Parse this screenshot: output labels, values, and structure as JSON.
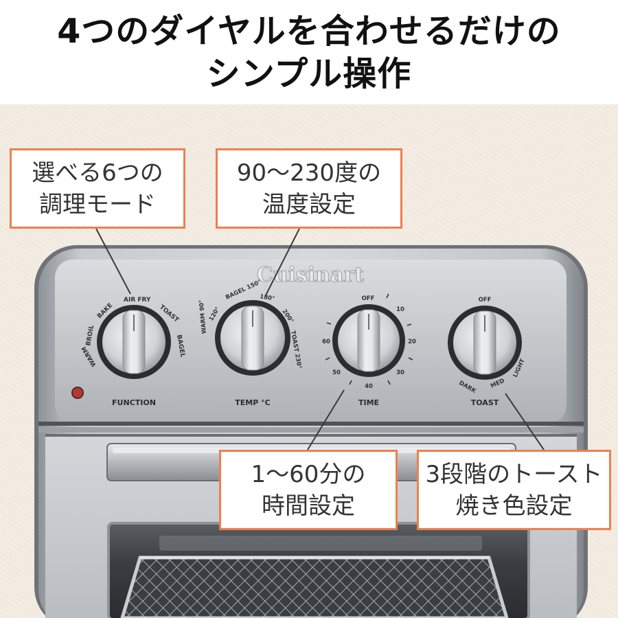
{
  "headline": {
    "line1": "4つのダイヤルを合わせるだけの",
    "line2": "シンプル操作"
  },
  "brand": "Cuisinart",
  "dials": {
    "function": {
      "label": "FUNCTION",
      "marks": [
        "BROIL",
        "BAKE",
        "AIR FRY",
        "TOAST",
        "BAGEL",
        "WARM"
      ]
    },
    "temp": {
      "label": "TEMP °C",
      "marks": [
        "120°",
        "BAGEL 150°",
        "180°",
        "200°",
        "TOAST 230°",
        "WARM 90°"
      ]
    },
    "time": {
      "label": "TIME",
      "marks": [
        "OFF",
        "10",
        "20",
        "30",
        "40",
        "50",
        "60"
      ]
    },
    "toast": {
      "label": "TOAST",
      "marks": [
        "OFF",
        "DARK",
        "MED",
        "LIGHT"
      ]
    }
  },
  "callouts": {
    "modes": {
      "line1": "選べる6つの",
      "line2": "調理モード"
    },
    "temperature": {
      "line1": "90〜230度の",
      "line2": "温度設定"
    },
    "time": {
      "line1": "1〜60分の",
      "line2": "時間設定"
    },
    "toast": {
      "line1": "3段階のトースト",
      "line2": "焼き色設定"
    }
  },
  "colors": {
    "callout_border": "#ee7f4e",
    "background": "#f4ede4",
    "body_steel": "#b8bcc0",
    "indicator_light": "#b23a32"
  }
}
